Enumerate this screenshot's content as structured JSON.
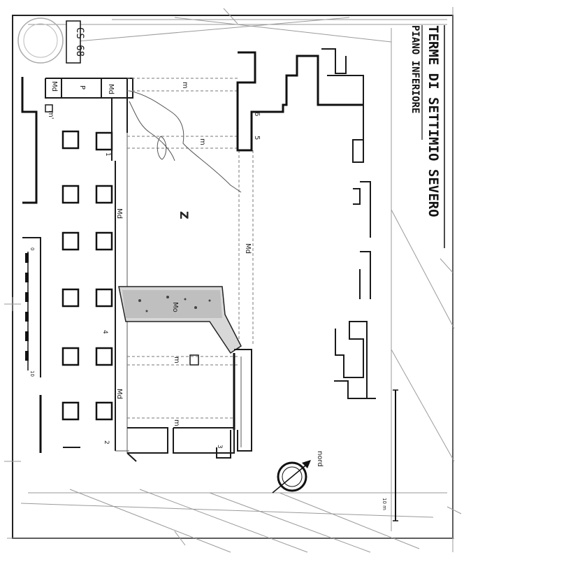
{
  "title": "TERME DI SETTIMIO SEVERO",
  "subtitle": "PIANO INFERIORE",
  "sheet_code": "CS 68",
  "north_label": "nord",
  "room_labels": {
    "z": "Z",
    "md_top": "Md",
    "md_mid": "Md",
    "md_bottom": "Md",
    "md_right": "Md",
    "md_header": "Md",
    "p": "P",
    "mo": "Mo",
    "m_1": "m",
    "m_2": "m",
    "m_3": "m",
    "m_4": "m",
    "m_prime": "m'",
    "num_6": "6",
    "num_5": "5",
    "num_1": "1",
    "num_2": "2",
    "num_3": "3",
    "num_4": "4"
  },
  "scale_bar_left": {
    "start": "0",
    "end": "10"
  },
  "scale_bar_right": {
    "label": "10 m"
  }
}
